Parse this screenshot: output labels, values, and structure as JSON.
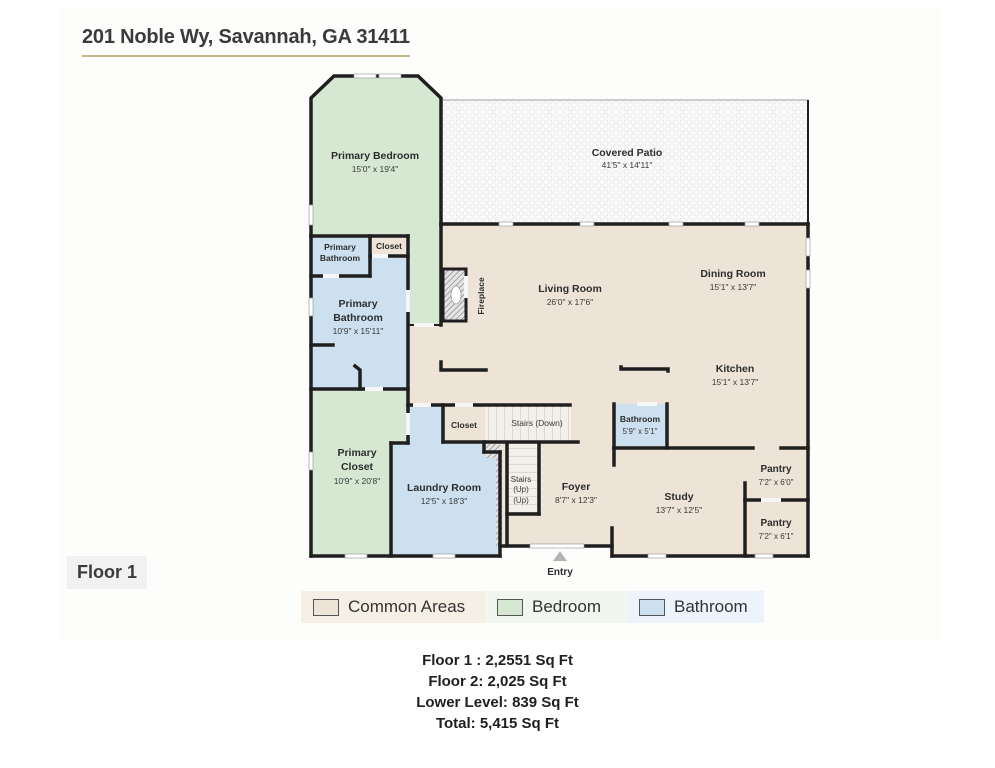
{
  "header": {
    "address": "201 Noble Wy, Savannah, GA 31411"
  },
  "floor_label": "Floor 1",
  "colors": {
    "common": "#ede3d6",
    "bedroom": "#d6e8d2",
    "bathroom": "#cde0ef",
    "wall": "#1f1f1f",
    "patio": "#fafafa",
    "accent_rule": "#c9b98a"
  },
  "rooms": {
    "primary_bedroom": {
      "name": "Primary Bedroom",
      "dim": "15'0\" x 19'4\""
    },
    "covered_patio": {
      "name": "Covered Patio",
      "dim": "41'5\" x 14'11\""
    },
    "primary_bathroom_small": {
      "name_line1": "Primary",
      "name_line2": "Bathroom"
    },
    "closet_top": {
      "name": "Closet"
    },
    "primary_bathroom": {
      "name_line1": "Primary",
      "name_line2": "Bathroom",
      "dim": "10'9\" x 15'11\""
    },
    "fireplace": {
      "name": "Fireplace"
    },
    "living_room": {
      "name": "Living Room",
      "dim": "26'0\" x 17'6\""
    },
    "dining_room": {
      "name": "Dining Room",
      "dim": "15'1\" x 13'7\""
    },
    "kitchen": {
      "name": "Kitchen",
      "dim": "15'1\" x 13'7\""
    },
    "closet_mid": {
      "name": "Closet"
    },
    "stairs_down": {
      "name": "Stairs (Down)"
    },
    "bathroom": {
      "name": "Bathroom",
      "dim": "5'9\" x 5'1\""
    },
    "primary_closet": {
      "name_line1": "Primary",
      "name_line2": "Closet",
      "dim": "10'9\" x 20'8\""
    },
    "laundry_room": {
      "name": "Laundry Room",
      "dim": "12'5\" x 18'3\""
    },
    "stairs_up": {
      "line1": "Stairs",
      "line2": "(Up)",
      "line3": "(Up)"
    },
    "foyer": {
      "name": "Foyer",
      "dim": "8'7\" x 12'3\""
    },
    "study": {
      "name": "Study",
      "dim": "13'7\" x 12'5\""
    },
    "pantry_1": {
      "name": "Pantry",
      "dim": "7'2\" x 6'0\""
    },
    "pantry_2": {
      "name": "Pantry",
      "dim": "7'2\" x 6'1\""
    },
    "entry": {
      "name": "Entry"
    }
  },
  "legend": [
    {
      "label": "Common Areas",
      "swatch": "#ede3d6",
      "bg": "#f6efe6"
    },
    {
      "label": "Bedroom",
      "swatch": "#d6e8d2",
      "bg": "#f1f6ef"
    },
    {
      "label": "Bathroom",
      "swatch": "#cde0ef",
      "bg": "#ecf3fa"
    }
  ],
  "square_footage": [
    "Floor 1 : 2,2551 Sq Ft",
    "Floor 2: 2,025 Sq Ft",
    "Lower Level: 839 Sq Ft",
    "Total: 5,415 Sq Ft"
  ]
}
